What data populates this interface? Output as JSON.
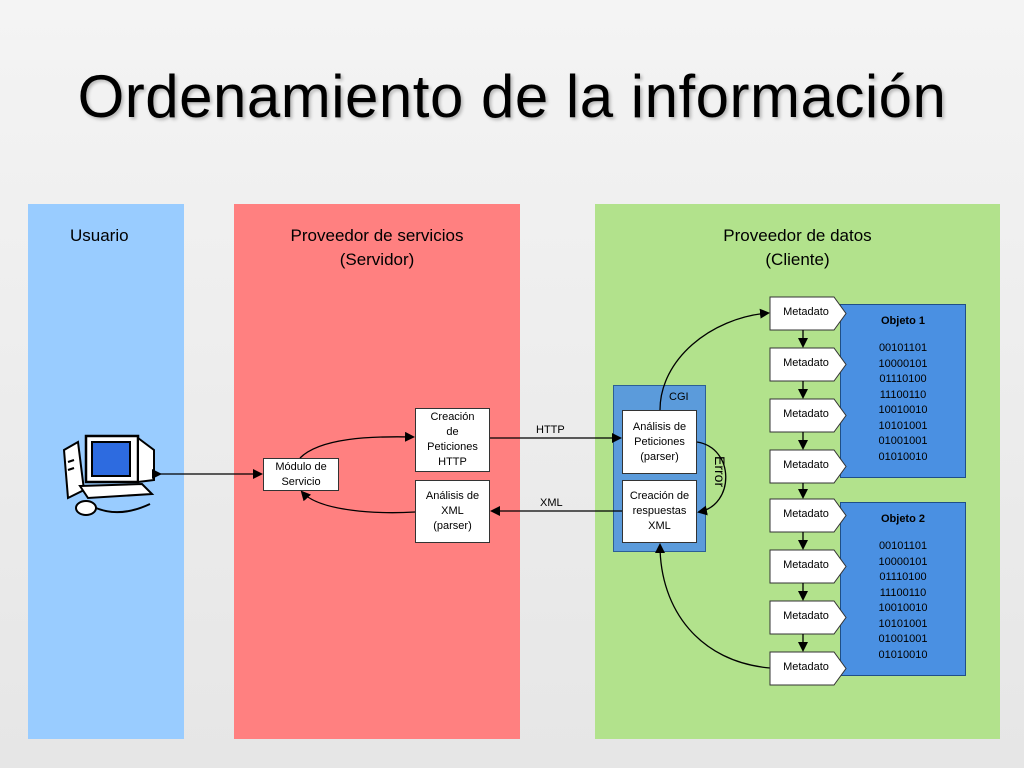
{
  "slide": {
    "title": "Ordenamiento de la información"
  },
  "panels": {
    "usuario": "Usuario",
    "servidor": "Proveedor de servicios\n(Servidor)",
    "cliente": "Proveedor de datos\n(Cliente)"
  },
  "servidor": {
    "modulo": "Módulo de\nServicio",
    "creacion": "Creación\nde\nPeticiones\nHTTP",
    "analisis": "Análisis de\nXML\n(parser)"
  },
  "links": {
    "http": "HTTP",
    "xml": "XML",
    "error": "Error"
  },
  "cliente": {
    "cgi": "CGI",
    "analisis": "Análisis de\nPeticiones\n(parser)",
    "creacion": "Creación de\nrespuestas\nXML",
    "metadatos": [
      "Metadato",
      "Metadato",
      "Metadato",
      "Metadato",
      "Metadato",
      "Metadato",
      "Metadato",
      "Metadato"
    ],
    "objetos": [
      {
        "title": "Objeto 1",
        "bits": "00101101\n10000101\n01110100\n11100110\n10010010\n10101001\n01001001\n01010010"
      },
      {
        "title": "Objeto 2",
        "bits": "00101101\n10000101\n01110100\n11100110\n10010010\n10101001\n01001001\n01010010"
      }
    ]
  },
  "colors": {
    "usuario": "#99ccff",
    "servidor": "#ff8080",
    "cliente": "#b2e28c",
    "cgi": "#5b9bdb",
    "objeto": "#4a90e2"
  }
}
